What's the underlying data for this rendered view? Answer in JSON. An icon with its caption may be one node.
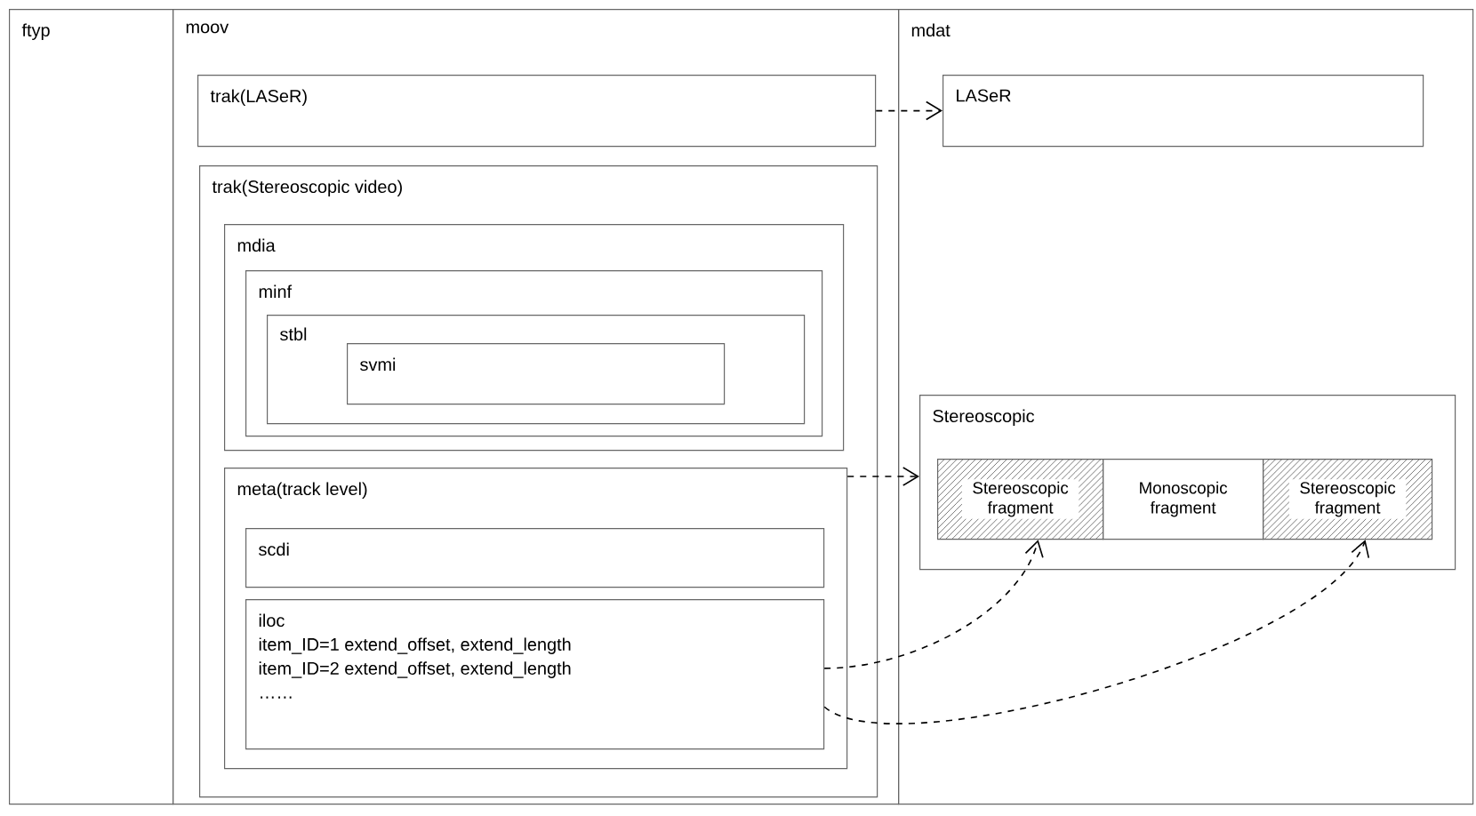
{
  "diagram": {
    "nodes": [
      {
        "text": [
          "ftyp"
        ]
      },
      {
        "text": [
          "moov"
        ]
      },
      {
        "text": [
          "mdat"
        ]
      },
      {
        "text": [
          "trak(LASeR)"
        ],
        "in": 1
      },
      {
        "text": [
          "trak(Stereoscopic video)"
        ],
        "in": 1
      },
      {
        "text": [
          "mdia"
        ],
        "in": 4
      },
      {
        "text": [
          "minf"
        ],
        "in": 5
      },
      {
        "text": [
          "stbl"
        ],
        "in": 6
      },
      {
        "text": [
          "svmi"
        ],
        "in": 7
      },
      {
        "text": [
          "meta(track level)"
        ],
        "in": 4
      },
      {
        "text": [
          "scdi"
        ],
        "in": 9
      },
      {
        "text": [
          "iloc",
          "item_ID=1 extend_offset, extend_length",
          "item_ID=2 extend_offset, extend_length",
          "……"
        ],
        "in": 9
      },
      {
        "text": [
          "LASeR"
        ],
        "in": 2
      },
      {
        "text": [
          "Stereoscopic"
        ],
        "in": 2
      },
      {
        "text": [
          "Stereoscopic fragment"
        ],
        "in": 13
      },
      {
        "text": [
          "Monoscopic fragment"
        ],
        "in": 13
      },
      {
        "text": [
          "Stereoscopic fragment"
        ],
        "in": 13
      }
    ],
    "edges": [
      {
        "from": 3,
        "to": 12,
        "arrow": "to",
        "style": "dashed"
      },
      {
        "from": 9,
        "to": 13,
        "arrow": "to",
        "style": "dashed"
      },
      {
        "from": 11,
        "to": 14,
        "arrow": "to",
        "style": "dashed"
      },
      {
        "from": 11,
        "to": 16,
        "arrow": "to",
        "style": "dashed"
      }
    ]
  }
}
